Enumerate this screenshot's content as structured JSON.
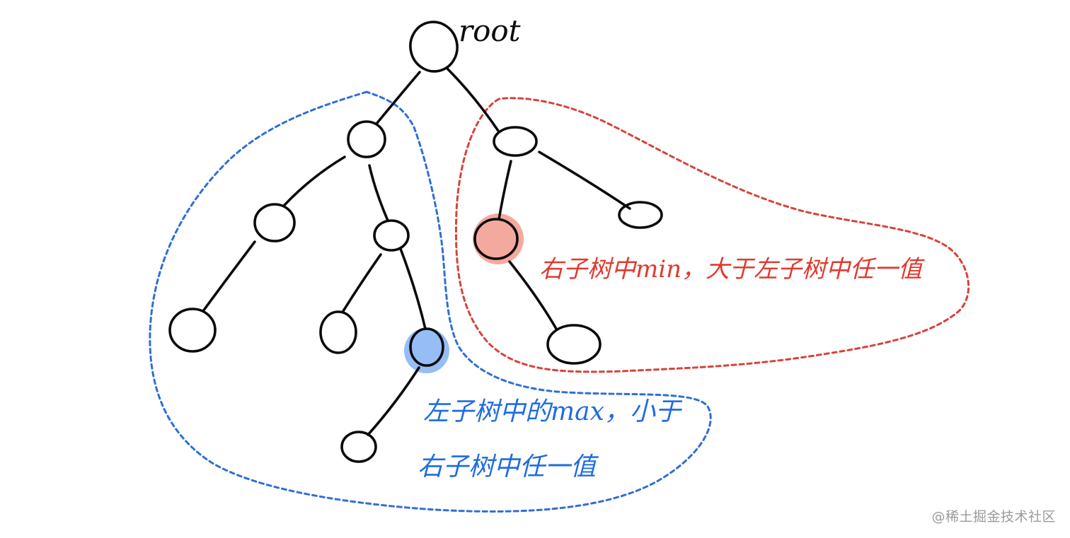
{
  "diagram": {
    "root_label": "root",
    "red_note": "右子树中min，大于左子树中任一值",
    "blue_note_line1": "左子树中的max，小于",
    "blue_note_line2": "右子树中任一值",
    "colors": {
      "ink": "#0b0b0b",
      "red_outline": "#d8423a",
      "red_highlight": "#f29a8e",
      "red_text": "#e03a2f",
      "blue_outline": "#2f6fd6",
      "blue_highlight": "#8cb6f5",
      "blue_text": "#1f6ce0"
    }
  },
  "watermark": "@稀土掘金技术社区"
}
